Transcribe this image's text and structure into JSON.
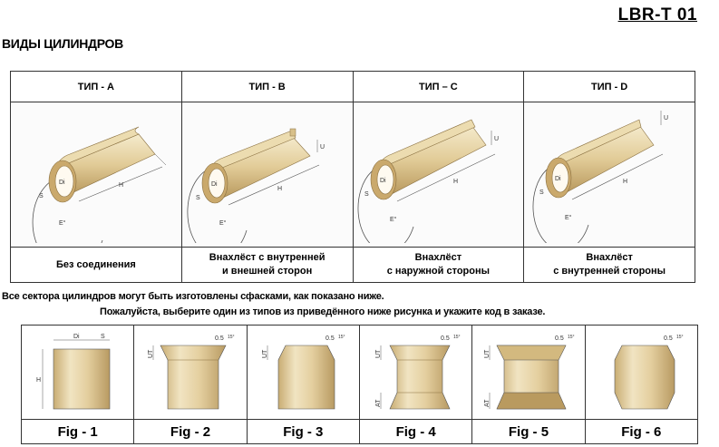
{
  "doc_code": "LBR-T 01",
  "heading": "ВИДЫ ЦИЛИНДРОВ",
  "types": [
    {
      "header": "ТИП - A",
      "caption_line1": "Без соединения",
      "caption_line2": ""
    },
    {
      "header": "ТИП - B",
      "caption_line1": "Внахлёст с внутренней",
      "caption_line2": "и внешней сторон"
    },
    {
      "header": "ТИП – C",
      "caption_line1": "Внахлёст",
      "caption_line2": "с наружной стороны"
    },
    {
      "header": "ТИП - D",
      "caption_line1": "Внахлёст",
      "caption_line2": "с внутренней стороны"
    }
  ],
  "dim_labels": {
    "di": "Di",
    "s": "S",
    "h": "H",
    "u": "U",
    "e": "E°",
    "ut": "UT",
    "at": "AT",
    "chamfer": "0.5",
    "deg": "15°"
  },
  "note_line1": "Все сектора цилиндров могут быть изготовлены сфасками, как показано ниже.",
  "note_line2": "Пожалуйста, выберите один из типов из приведённого ниже рисунка и укажите код в заказе.",
  "figures": [
    "Fig - 1",
    "Fig - 2",
    "Fig - 3",
    "Fig - 4",
    "Fig - 5",
    "Fig - 6"
  ],
  "colors": {
    "bronze_light": "#efe2bd",
    "bronze": "#d8c08a",
    "bronze_dark": "#a88a52",
    "line": "#555555"
  }
}
